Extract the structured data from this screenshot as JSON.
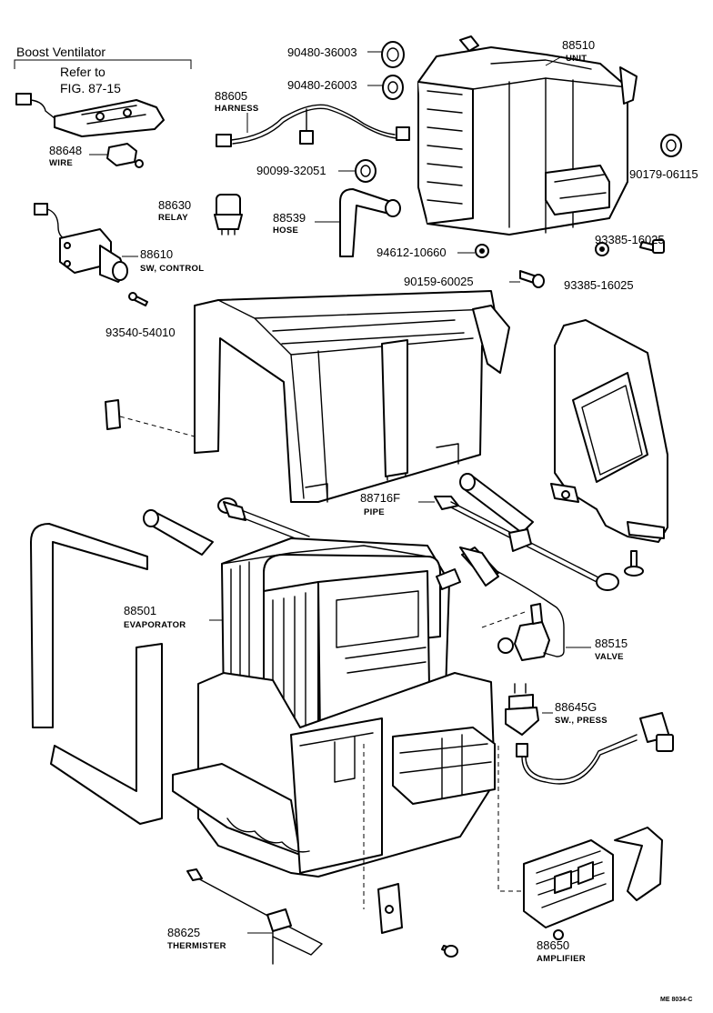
{
  "group_title": "Boost Ventilator",
  "group_reference": {
    "line1": "Refer to",
    "line2": "FIG. 87-15"
  },
  "drawing_code": "ME 8034-C",
  "parts": [
    {
      "id": "88510",
      "number": "88510",
      "name": "UNIT"
    },
    {
      "id": "90480-36003",
      "number": "90480-36003",
      "name": ""
    },
    {
      "id": "90480-26003",
      "number": "90480-26003",
      "name": ""
    },
    {
      "id": "88605",
      "number": "88605",
      "name": "HARNESS"
    },
    {
      "id": "88648",
      "number": "88648",
      "name": "WIRE"
    },
    {
      "id": "90099-32051",
      "number": "90099-32051",
      "name": ""
    },
    {
      "id": "90179-06115",
      "number": "90179-06115",
      "name": ""
    },
    {
      "id": "88630",
      "number": "88630",
      "name": "RELAY"
    },
    {
      "id": "88539",
      "number": "88539",
      "name": "HOSE"
    },
    {
      "id": "94612-10660",
      "number": "94612-10660",
      "name": ""
    },
    {
      "id": "93385-16025a",
      "number": "93385-16025",
      "name": ""
    },
    {
      "id": "88610",
      "number": "88610",
      "name": "SW, CONTROL"
    },
    {
      "id": "90159-60025",
      "number": "90159-60025",
      "name": ""
    },
    {
      "id": "93385-16025b",
      "number": "93385-16025",
      "name": ""
    },
    {
      "id": "93540-54010",
      "number": "93540-54010",
      "name": ""
    },
    {
      "id": "88716F",
      "number": "88716F",
      "name": "PIPE"
    },
    {
      "id": "88501",
      "number": "88501",
      "name": "EVAPORATOR"
    },
    {
      "id": "88515",
      "number": "88515",
      "name": "VALVE"
    },
    {
      "id": "88645G",
      "number": "88645G",
      "name": "SW., PRESS"
    },
    {
      "id": "88625",
      "number": "88625",
      "name": "THERMISTER"
    },
    {
      "id": "88650",
      "number": "88650",
      "name": "AMPLIFIER"
    }
  ]
}
